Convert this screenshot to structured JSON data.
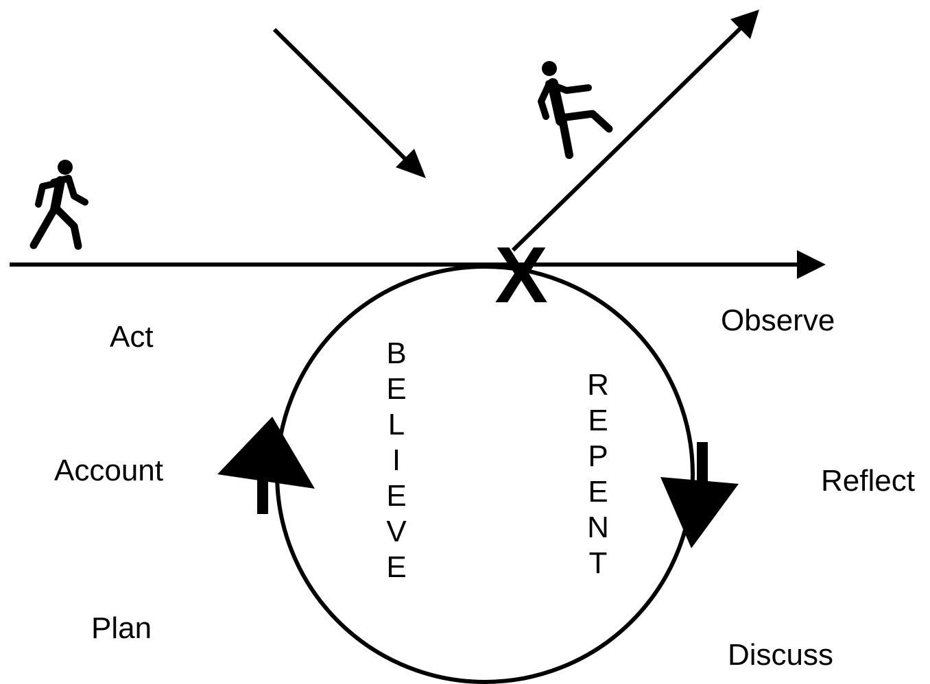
{
  "labels": {
    "act": "Act",
    "account": "Account",
    "plan": "Plan",
    "observe": "Observe",
    "reflect": "Reflect",
    "discuss": "Discuss"
  },
  "vertical_words": {
    "believe": [
      "B",
      "E",
      "L",
      "I",
      "E",
      "V",
      "E"
    ],
    "repent": [
      "R",
      "E",
      "P",
      "E",
      "N",
      "T"
    ]
  },
  "cross_mark": "X",
  "icons": {
    "walking_person": "walking-person-icon",
    "stepping_person": "stepping-person-icon"
  },
  "colors": {
    "ink": "#000000",
    "background": "#ffffff"
  }
}
